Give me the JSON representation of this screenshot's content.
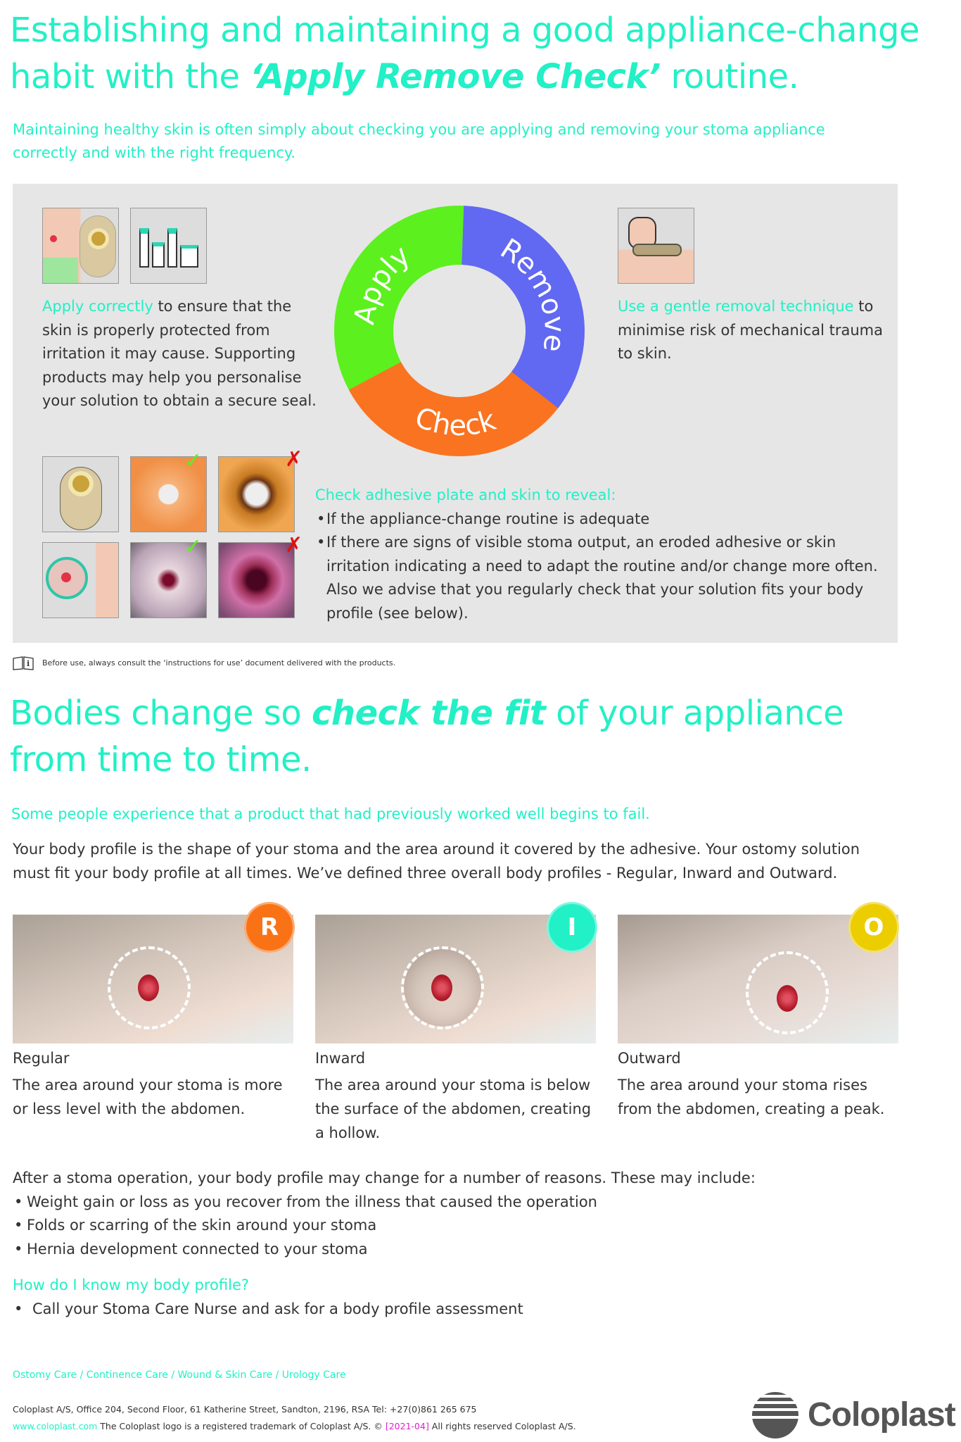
{
  "header": {
    "title_line1": "Establishing and maintaining a good appliance-change",
    "title_line2_pre": "habit with the ",
    "title_line2_em": "‘Apply Remove Check’",
    "title_line2_post": " routine.",
    "subtitle_line1": "Maintaining healthy skin is often simply about checking you are applying and removing your stoma appliance",
    "subtitle_line2": "correctly and with the right frequency."
  },
  "cycle": {
    "apply": "Apply",
    "remove": "Remove",
    "check": "Check",
    "colors": {
      "apply": "#5cf01f",
      "remove": "#6168f2",
      "check": "#fa7321"
    }
  },
  "apply_text": {
    "highlight": "Apply correctly",
    "lines": [
      " to ensure that the",
      "skin is properly protected from",
      "irritation it may cause. Supporting",
      "products may help you personalise",
      "your solution to obtain a secure seal."
    ]
  },
  "remove_text": {
    "highlight": "Use a gentle removal technique",
    "lines": [
      " to",
      "minimise risk of mechanical trauma",
      "to skin."
    ]
  },
  "check_text": {
    "heading": "Check adhesive plate and skin to reveal:",
    "bullets": [
      "If the appliance-change routine is adequate",
      "If there are signs of visible stoma output, an eroded adhesive or skin irritation indicating a need to adapt the routine and/or change more often. Also we advise that you regularly check that your solution fits your body profile (see below)."
    ],
    "good_mark": "✓",
    "bad_mark": "✗"
  },
  "ifu_note": "Before use, always consult the ‘instructions for use’ document delivered with the products.",
  "section2": {
    "title_pre": "Bodies change so ",
    "title_em": "check the fit",
    "title_post": " of your appliance",
    "title_line2": "from time to time.",
    "subtitle": "Some people experience that a product that had previously worked well begins to fail.",
    "intro": "Your body profile is the shape of your stoma and the area around it covered by the adhesive. Your ostomy solution must fit your body profile at all times. We’ve defined three overall body profiles - Regular, Inward and Outward."
  },
  "profiles": [
    {
      "badge": "R",
      "color": "#f97316",
      "label": "Regular",
      "desc": "The area around your stoma is more or less level with the abdomen."
    },
    {
      "badge": "I",
      "color": "#22f0c6",
      "label": "Inward",
      "desc": "The area around your stoma is below the surface of the abdomen, creating a hollow."
    },
    {
      "badge": "O",
      "color": "#eccd00",
      "label": "Outward",
      "desc": "The area around your stoma rises from the abdomen, creating a peak."
    }
  ],
  "reasons": {
    "intro": "After a stoma operation, your body profile may change for a number of reasons. These may include:",
    "items": [
      "Weight gain or loss as you recover from the illness that caused the operation",
      "Folds or scarring of the skin around your stoma",
      "Hernia development connected to your stoma"
    ]
  },
  "faq": {
    "question": "How do I know my body profile?",
    "answer": "Call your Stoma Care Nurse and ask for a body profile assessment"
  },
  "footer": {
    "categories": "Ostomy Care / Continence Care / Wound & Skin Care / Urology Care",
    "address": "Coloplast A/S, Office 204, Second Floor, 61 Katherine Street, Sandton, 2196, RSA  Tel: +27(0)861 265 675",
    "website": "www.coloplast.com",
    "trademark": " The Coloplast logo is a registered trademark of Coloplast A/S. © ",
    "date": "[2021-04]",
    "rights": " All rights reserved Coloplast A/S.",
    "logo_text": "Coloplast"
  }
}
